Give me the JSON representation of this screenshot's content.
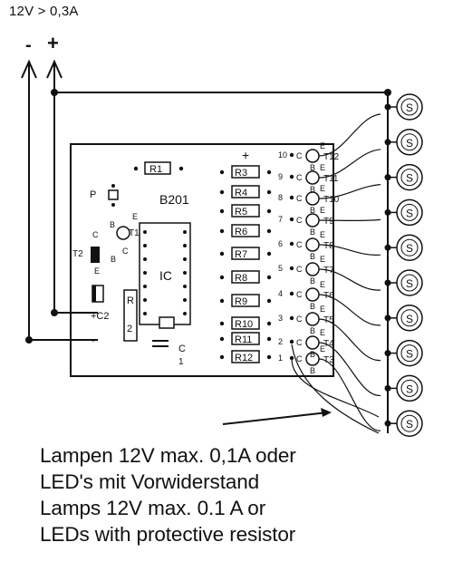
{
  "supply": {
    "label": "12V > 0,3A",
    "minus": "-",
    "plus": "+"
  },
  "board": {
    "id": "B201",
    "ic": "IC",
    "pot": "P",
    "r1": "R1",
    "r2": "R",
    "r2_num": "2",
    "c1": "C",
    "c1_num": "1",
    "c2": "+C2",
    "minus_pad": "-",
    "plus_pad": "+",
    "t1": "T1",
    "t2": "T2",
    "resistors": [
      "R3",
      "R4",
      "R5",
      "R6",
      "R7",
      "R8",
      "R9",
      "R10",
      "R11",
      "R12"
    ],
    "transistors": [
      "T12",
      "T11",
      "T10",
      "T9",
      "T8",
      "T7",
      "T6",
      "T5",
      "T4",
      "T3"
    ],
    "outputs": [
      "10",
      "9",
      "8",
      "7",
      "6",
      "5",
      "4",
      "3",
      "2",
      "1"
    ],
    "pin_letters": {
      "c": "C",
      "b": "B",
      "e": "E"
    }
  },
  "lamps": {
    "count": 10,
    "label": "S"
  },
  "caption": [
    "Lampen 12V max. 0,1A oder",
    "LED's mit Vorwiderstand",
    "Lamps 12V max. 0.1 A or",
    "LEDs with protective resistor"
  ]
}
